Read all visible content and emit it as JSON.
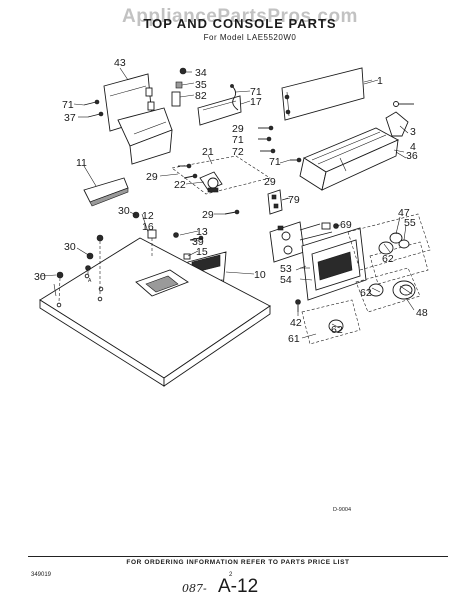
{
  "watermark": "AppliancePartsPros.com",
  "title": "TOP AND CONSOLE PARTS",
  "subtitle": "For Model LAE5520W0",
  "drawing_code": "D-9004",
  "footer_note": "FOR ORDERING INFORMATION REFER TO PARTS PRICE LIST",
  "doc_code": "349019",
  "page_no": "2",
  "hand_note": "087-",
  "sheet_code": "A-12",
  "callouts": [
    "1",
    "3",
    "4",
    "10",
    "11",
    "12",
    "13",
    "15",
    "16",
    "17",
    "21",
    "22",
    "29",
    "30",
    "34",
    "35",
    "36",
    "37",
    "39",
    "42",
    "43",
    "47",
    "48",
    "53",
    "54",
    "55",
    "61",
    "62",
    "69",
    "71",
    "72",
    "79",
    "82"
  ]
}
